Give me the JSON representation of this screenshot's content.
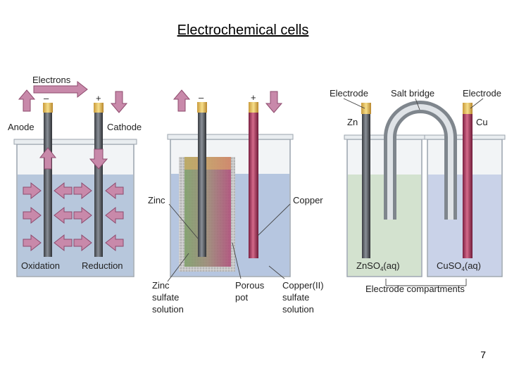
{
  "slide": {
    "title": "Electrochemical cells",
    "page_number": "7"
  },
  "panel_a": {
    "electrons": "Electrons",
    "minus_sign": "–",
    "plus_sign": "+",
    "anode": "Anode",
    "cathode": "Cathode",
    "oxidation": "Oxidation",
    "reduction": "Reduction"
  },
  "panel_b": {
    "minus_sign": "–",
    "plus_sign": "+",
    "zinc": "Zinc",
    "copper": "Copper",
    "zinc_solution": [
      "Zinc",
      "sulfate",
      "solution"
    ],
    "porous_pot": [
      "Porous",
      "pot"
    ],
    "copper_solution": [
      "Copper(II)",
      "sulfate",
      "solution"
    ]
  },
  "panel_c": {
    "electrode_left": "Electrode",
    "salt_bridge": "Salt bridge",
    "electrode_right": "Electrode",
    "zn": "Zn",
    "cu": "Cu",
    "znso4": "ZnSO",
    "cuso4": "CuSO",
    "sub4": "4",
    "aq": "(aq)",
    "compartments": "Electrode compartments"
  },
  "colors": {
    "solution_blue": "#b7c7dc",
    "solution_green": "#d3e2cf",
    "arrow_pink": "#c889aa",
    "zinc_rod": "#555a60",
    "copper_rod": "#a8385e",
    "porous_pot": "#bdbdbd"
  }
}
